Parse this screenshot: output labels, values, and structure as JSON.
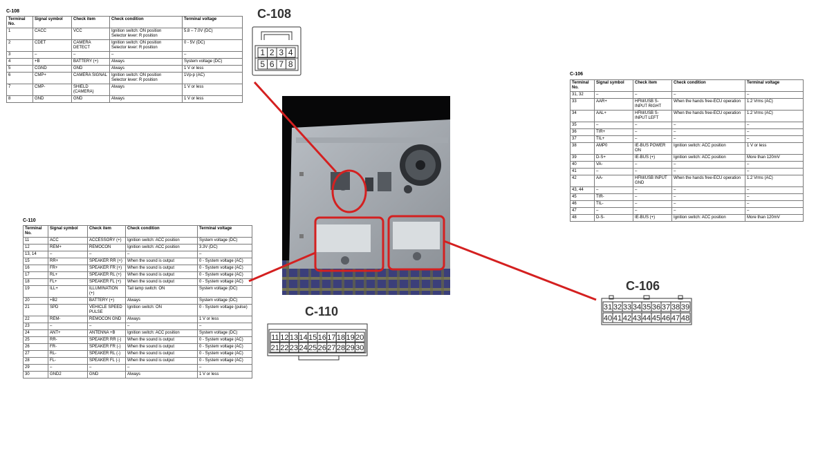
{
  "headers": [
    "Terminal No.",
    "Signal symbol",
    "Check item",
    "Check condition",
    "Terminal voltage"
  ],
  "c108": {
    "title": "C-108",
    "connector_label": "C-108",
    "pins_top": [
      "1",
      "2",
      "3",
      "4"
    ],
    "pins_bottom": [
      "5",
      "6",
      "7",
      "8"
    ],
    "rows": [
      [
        "1",
        "CACC",
        "VCC",
        "Ignition switch: ON position\nSelector lever: R position",
        "5.8 – 7.0V (DC)"
      ],
      [
        "2",
        "CDET",
        "CAMERA DETECT",
        "Ignition switch: ON position\nSelector lever: R position",
        "0 - 5V (DC)"
      ],
      [
        "3",
        "–",
        "–",
        "–",
        "–"
      ],
      [
        "4",
        "+B",
        "BATTERY (+)",
        "Always",
        "System voltage (DC)"
      ],
      [
        "5",
        "CGND",
        "GND",
        "Always",
        "1 V or less"
      ],
      [
        "6",
        "CMP+",
        "CAMERA SIGNAL",
        "Ignition switch: ON position\nSelector lever: R position",
        "1Vp-p (AC)"
      ],
      [
        "7",
        "CMP-",
        "SHIELD (CAMERA)",
        "Always",
        "1 V or less"
      ],
      [
        "8",
        "GND",
        "GND",
        "Always",
        "1 V or less"
      ]
    ]
  },
  "c106": {
    "title": "C-106",
    "connector_label": "C-106",
    "pins_top": [
      "31",
      "32",
      "33",
      "34",
      "35",
      "36",
      "37",
      "38",
      "39"
    ],
    "pins_bottom": [
      "40",
      "41",
      "42",
      "43",
      "44",
      "45",
      "46",
      "47",
      "48"
    ],
    "rows": [
      [
        "31, 32",
        "–",
        "–",
        "–",
        "–"
      ],
      [
        "33",
        "AAR+",
        "HFM/USB S-INPUT RIGHT",
        "When the hands free-ECU operation",
        "1.2 Vrms (AC)"
      ],
      [
        "34",
        "AAL+",
        "HFM/USB S-INPUT LEFT",
        "When the hands free-ECU operation",
        "1.2 Vrms (AC)"
      ],
      [
        "35",
        "–",
        "–",
        "–",
        "–"
      ],
      [
        "36",
        "TIR+",
        "–",
        "–",
        "–"
      ],
      [
        "37",
        "TIL+",
        "–",
        "–",
        "–"
      ],
      [
        "38",
        "AMP0",
        "IE-BUS POWER ON",
        "Ignition switch: ACC position",
        "1 V or less"
      ],
      [
        "39",
        "D-S+",
        "IE-BUS (+)",
        "Ignition switch: ACC position",
        "More than 120mV"
      ],
      [
        "40",
        "VA-",
        "–",
        "–",
        "–"
      ],
      [
        "41",
        "–",
        "–",
        "–",
        "–"
      ],
      [
        "42",
        "AA-",
        "HFM/USB INPUT GND",
        "When the hands free-ECU operation",
        "1.2 Vrms (AC)"
      ],
      [
        "43, 44",
        "–",
        "–",
        "–",
        "–"
      ],
      [
        "45",
        "TIR-",
        "–",
        "–",
        "–"
      ],
      [
        "46",
        "TIL-",
        "–",
        "–",
        "–"
      ],
      [
        "47",
        "–",
        "–",
        "–",
        "–"
      ],
      [
        "48",
        "D-S-",
        "IE-BUS (+)",
        "Ignition switch: ACC position",
        "More than 120mV"
      ]
    ]
  },
  "c110": {
    "title": "C-110",
    "connector_label": "C-110",
    "pins_top": [
      "11",
      "12",
      "13",
      "14",
      "15",
      "16",
      "17",
      "18",
      "19",
      "20"
    ],
    "pins_bottom": [
      "21",
      "22",
      "23",
      "24",
      "25",
      "26",
      "27",
      "28",
      "29",
      "30"
    ],
    "rows": [
      [
        "11",
        "ACC",
        "ACCESSORY (+)",
        "Ignition switch: ACC position",
        "System voltage (DC)"
      ],
      [
        "12",
        "REM+",
        "REMOCON",
        "Ignition switch: ACC position",
        "3.3V (DC)"
      ],
      [
        "13, 14",
        "–",
        "–",
        "–",
        "–"
      ],
      [
        "15",
        "RR+",
        "SPEAKER RR (+)",
        "When the sound is output",
        "0 - System voltage (AC)"
      ],
      [
        "16",
        "FR+",
        "SPEAKER FR (+)",
        "When the sound is output",
        "0 - System voltage (AC)"
      ],
      [
        "17",
        "RL+",
        "SPEAKER RL (+)",
        "When the sound is output",
        "0 - System voltage (AC)"
      ],
      [
        "18",
        "FL+",
        "SPEAKER FL (+)",
        "When the sound is output",
        "0 - System voltage (AC)"
      ],
      [
        "19",
        "ILL+",
        "ILLUMINATION (+)",
        "Tail lamp switch: ON",
        "System voltage (DC)"
      ],
      [
        "20",
        "+B2",
        "BATTERY (+)",
        "Always",
        "System voltage (DC)"
      ],
      [
        "21",
        "SPD",
        "VEHICLE SPEED PULSE",
        "Ignition switch: ON",
        "0 - System voltage (pulse)"
      ],
      [
        "22",
        "REM-",
        "REMOCON GND",
        "Always",
        "1 V or less"
      ],
      [
        "23",
        "–",
        "–",
        "–",
        "–"
      ],
      [
        "24",
        "ANT+",
        "ANTENNA +B",
        "Ignition switch: ACC position",
        "System voltage (DC)"
      ],
      [
        "25",
        "RR-",
        "SPEAKER RR (-)",
        "When the sound is output",
        "0 - System voltage (AC)"
      ],
      [
        "26",
        "FR-",
        "SPEAKER FR (-)",
        "When the sound is output",
        "0 - System voltage (AC)"
      ],
      [
        "27",
        "RL-",
        "SPEAKER RL (-)",
        "When the sound is output",
        "0 - System voltage (AC)"
      ],
      [
        "28",
        "FL-",
        "SPEAKER FL (-)",
        "When the sound is output",
        "0 - System voltage (AC)"
      ],
      [
        "29",
        "–",
        "–",
        "–",
        "–"
      ],
      [
        "30",
        "GND2",
        "GND",
        "Always",
        "1 V or less"
      ]
    ]
  },
  "colors": {
    "callout": "#d42020",
    "grid": "#777777"
  }
}
